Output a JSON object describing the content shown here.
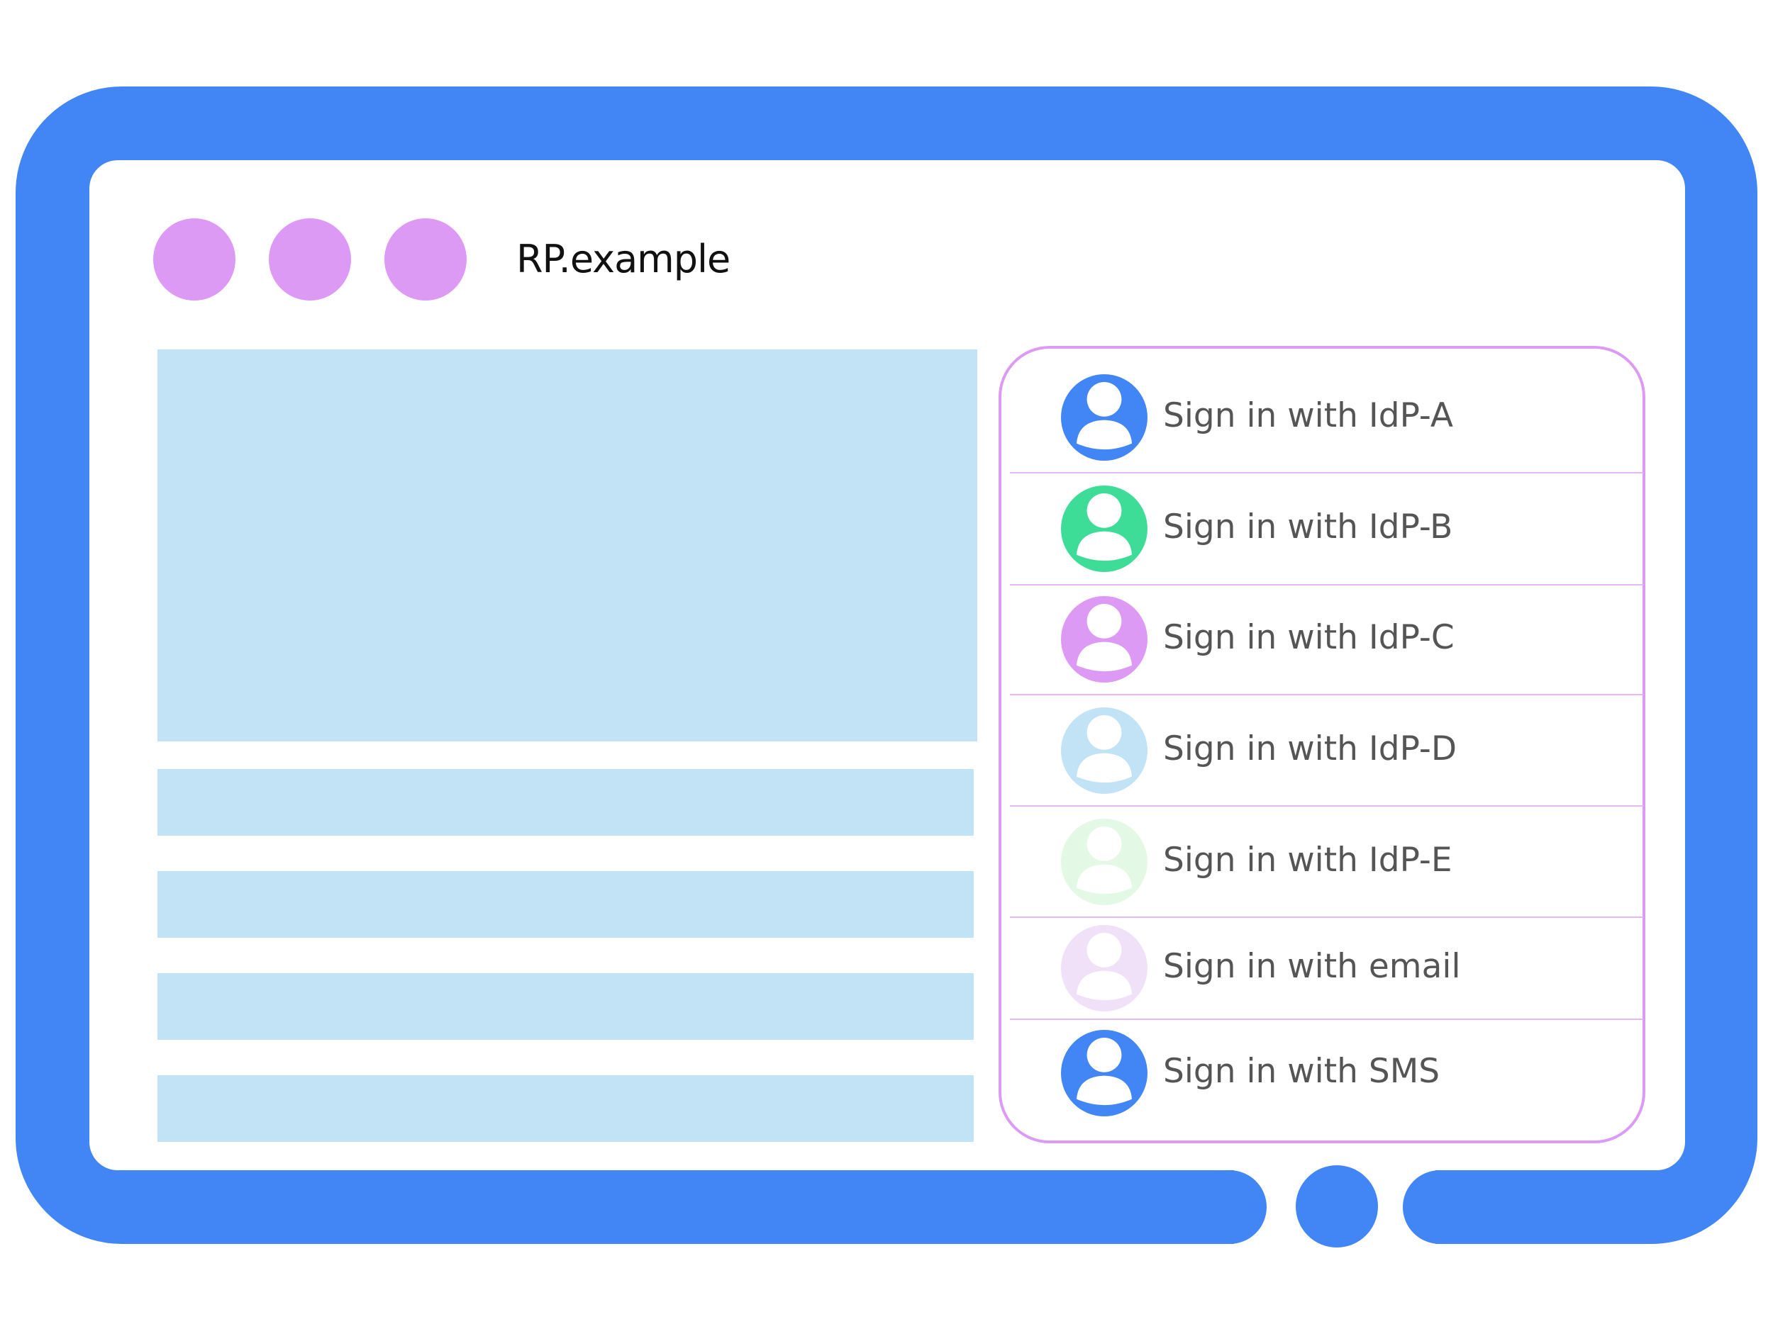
{
  "browser": {
    "title": "RP.example",
    "window_dot_color": "#dd9af5",
    "frame_color": "#4285f4"
  },
  "content": {
    "placeholder_color": "#c2e2f5"
  },
  "account_chooser": {
    "border_color": "#dd9af5",
    "options": [
      {
        "label": "Sign in with IdP-A",
        "icon": "user-avatar-icon",
        "color": "#4285f4"
      },
      {
        "label": "Sign in with IdP-B",
        "icon": "user-avatar-icon",
        "color": "#3ddc97"
      },
      {
        "label": "Sign in with IdP-C",
        "icon": "user-avatar-icon",
        "color": "#dd9af5"
      },
      {
        "label": "Sign in with IdP-D",
        "icon": "user-avatar-icon",
        "color": "#c2e2f5"
      },
      {
        "label": "Sign in with IdP-E",
        "icon": "user-avatar-icon",
        "color": "#e3f9e5"
      },
      {
        "label": "Sign in with email",
        "icon": "user-avatar-icon",
        "color": "#f1e1f8"
      },
      {
        "label": "Sign in with SMS",
        "icon": "user-avatar-icon",
        "color": "#4285f4"
      }
    ]
  }
}
